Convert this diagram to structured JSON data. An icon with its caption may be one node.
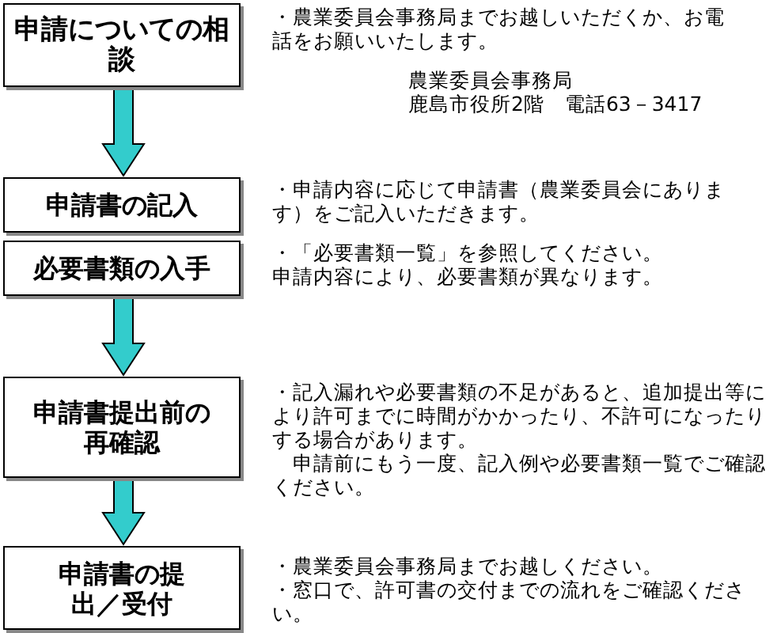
{
  "diagram": {
    "nodes": [
      {
        "text": [
          "申請についての相談"
        ],
        "beside": [
          "・農業委員会事務局までお越しいただくか、お電話をお願いいたします。",
          "農業委員会事務局",
          "鹿島市役所2階　電話63－3417"
        ]
      },
      {
        "text": [
          "申請書の記入"
        ],
        "beside": [
          "・申請内容に応じて申請書（農業委員会にあります）をご記入いただきます。"
        ]
      },
      {
        "text": [
          "必要書類の入手"
        ],
        "beside": [
          "・「必要書類一覧」を参照してください。",
          "申請内容により、必要書類が異なります。"
        ]
      },
      {
        "text": [
          "申請書提出前の再確認"
        ],
        "beside": [
          "・記入漏れや必要書類の不足があると、追加提出等により許可までに時間がかかったり、不許可になったりする場合があります。",
          "申請前にもう一度、記入例や必要書類一覧でご確認ください。"
        ]
      },
      {
        "text": [
          "申請書の提出／受付"
        ],
        "beside": [
          "・農業委員会事務局までお越しください。",
          "・窓口で、許可書の交付までの流れをご確認ください。"
        ]
      }
    ],
    "edges": [
      {
        "from": 0,
        "to": 1,
        "arrow": "to",
        "color": "#33cccc"
      },
      {
        "from": 2,
        "to": 3,
        "arrow": "to",
        "color": "#33cccc"
      },
      {
        "from": 3,
        "to": 4,
        "arrow": "to",
        "color": "#33cccc"
      }
    ]
  }
}
